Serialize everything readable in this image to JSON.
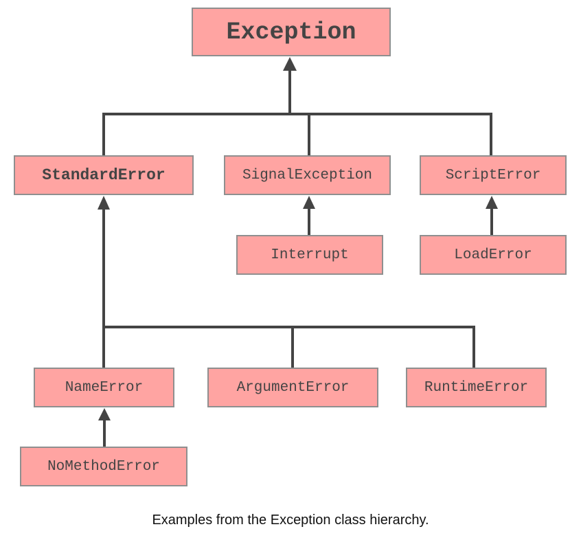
{
  "diagram": {
    "nodes": {
      "exception": "Exception",
      "standard_error": "StandardError",
      "signal_exception": "SignalException",
      "script_error": "ScriptError",
      "interrupt": "Interrupt",
      "load_error": "LoadError",
      "name_error": "NameError",
      "argument_error": "ArgumentError",
      "runtime_error": "RuntimeError",
      "no_method_error": "NoMethodError"
    },
    "colors": {
      "node_fill": "#ffa4a2",
      "node_border": "#8f8f8f",
      "connector": "#444444",
      "text": "#444444"
    }
  },
  "caption": "Examples from the Exception class hierarchy."
}
